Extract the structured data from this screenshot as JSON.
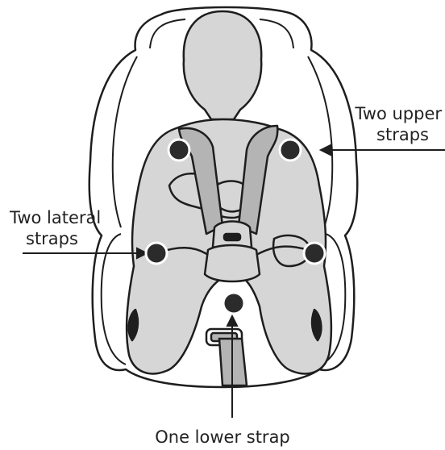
{
  "labels": {
    "upper_line1": "Two upper",
    "upper_line2": "straps",
    "lateral_line1": "Two lateral",
    "lateral_line2": "straps",
    "lower": "One lower strap"
  },
  "colors": {
    "outline": "#1e1e1e",
    "seat_fill": "#ffffff",
    "child_fill": "#d6d6d6",
    "strap_fill": "#b4b4b4",
    "attachment_dot": "#2b2b2b",
    "arrow": "#1e1e1e"
  },
  "attachment_points": [
    {
      "name": "upper-left-strap-point"
    },
    {
      "name": "upper-right-strap-point"
    },
    {
      "name": "lateral-left-strap-point"
    },
    {
      "name": "lateral-right-strap-point"
    },
    {
      "name": "lower-strap-point"
    }
  ]
}
